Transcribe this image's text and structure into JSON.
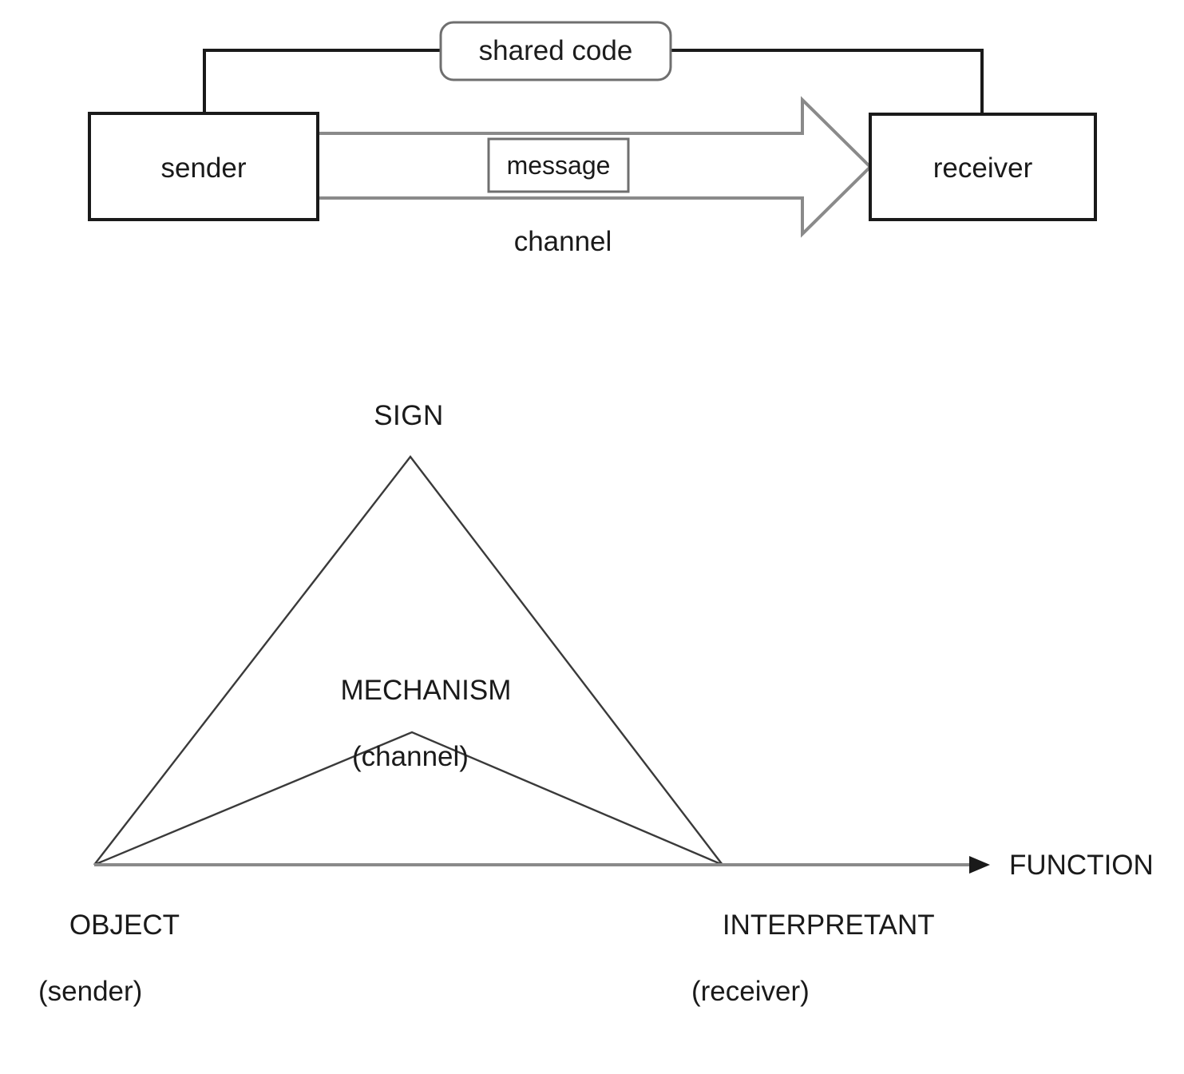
{
  "figure": {
    "title": "Communication model and semiotic triangle",
    "background_color": "#ffffff",
    "stroke_color_dark": "#1a1a1a",
    "stroke_color_gray": "#7f7f7f",
    "stroke_color_light": "#555555"
  },
  "top_diagram": {
    "name": "sender-channel-receiver model",
    "shared_code_label": "shared code",
    "sender_label": "sender",
    "receiver_label": "receiver",
    "message_label": "message",
    "channel_label": "channel"
  },
  "bottom_diagram": {
    "name": "semiotic triangle",
    "sign_label": "SIGN",
    "mechanism_label": "MECHANISM",
    "mechanism_sub_label": "(channel)",
    "object_label": "OBJECT",
    "object_sub_label": "(sender)",
    "interpretant_label": "INTERPRETANT",
    "interpretant_sub_label": "(receiver)",
    "function_label": "FUNCTION"
  }
}
